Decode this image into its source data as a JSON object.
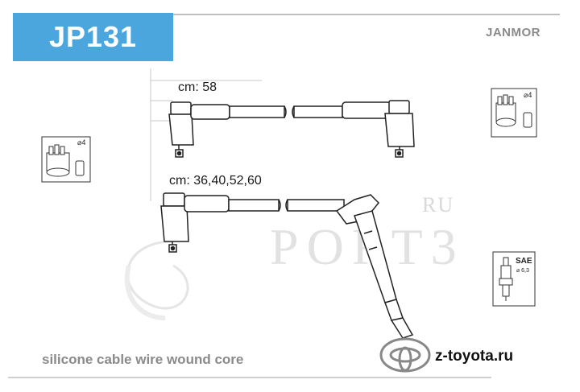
{
  "header": {
    "part_number": "JP131",
    "brand": "JANMOR"
  },
  "labels": {
    "cable_1_length": "cm: 58",
    "cable_2_lengths": "cm: 36,40,52,60"
  },
  "icons": {
    "distributor_left_size": "⌀4",
    "distributor_right_size": "⌀4",
    "spark_plug_standard": "SAE",
    "spark_plug_size": "⌀ 6,3"
  },
  "footer": {
    "description": "silicone cable wire wound core",
    "website": "z-toyota.ru"
  },
  "watermark": {
    "line1": "RU",
    "line2": "PORT3"
  },
  "colors": {
    "accent_blue": "#4ba6dd",
    "brand_gray": "#8a8a8a"
  }
}
